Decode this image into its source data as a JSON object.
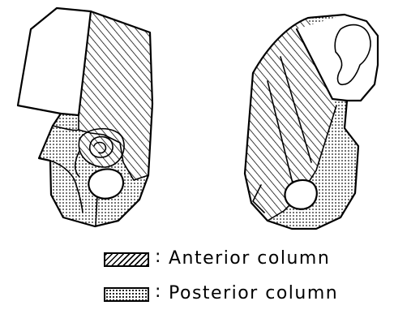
{
  "legend": {
    "items": [
      {
        "pattern": "diagonal-hatch",
        "separator": ":",
        "label": "Anterior column"
      },
      {
        "pattern": "stipple-dots",
        "separator": ":",
        "label": "Posterior column"
      }
    ]
  },
  "colors": {
    "ink": "#000000",
    "background": "#ffffff"
  }
}
